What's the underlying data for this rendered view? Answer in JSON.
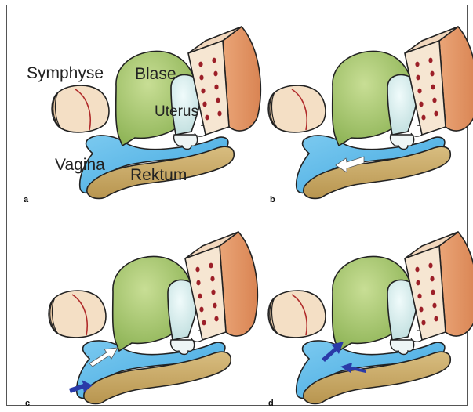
{
  "labels": {
    "symphyse": "Symphyse",
    "blase": "Blase",
    "uterus": "Uterus",
    "vagina": "Vagina",
    "rektum": "Rektum"
  },
  "panels": [
    {
      "letter": "a"
    },
    {
      "letter": "b"
    },
    {
      "letter": "c"
    },
    {
      "letter": "d"
    }
  ],
  "colors": {
    "vagina": "#5cb8e8",
    "bladder": "#a6c96a",
    "uterus": "#d4ecec",
    "rectum": "#c9aa66",
    "sacrum_face": "#f4e1c8",
    "sacrum_side": "#e59a6b",
    "symphysis": "#f3dcc0",
    "arrow_blue": "#2a3aa8"
  }
}
